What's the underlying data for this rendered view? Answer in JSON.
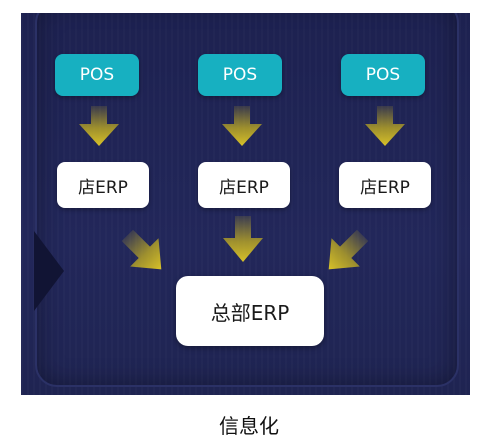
{
  "diagram": {
    "pos_nodes": [
      {
        "label": "POS"
      },
      {
        "label": "POS"
      },
      {
        "label": "POS"
      }
    ],
    "store_nodes": [
      {
        "label": "店ERP"
      },
      {
        "label": "店ERP"
      },
      {
        "label": "店ERP"
      }
    ],
    "hq_node": {
      "label": "总部ERP"
    },
    "caption": "信息化",
    "colors": {
      "background": "#1f2452",
      "pos": "#17b0c1",
      "node": "#ffffff",
      "arrow": "#c8b320"
    }
  }
}
